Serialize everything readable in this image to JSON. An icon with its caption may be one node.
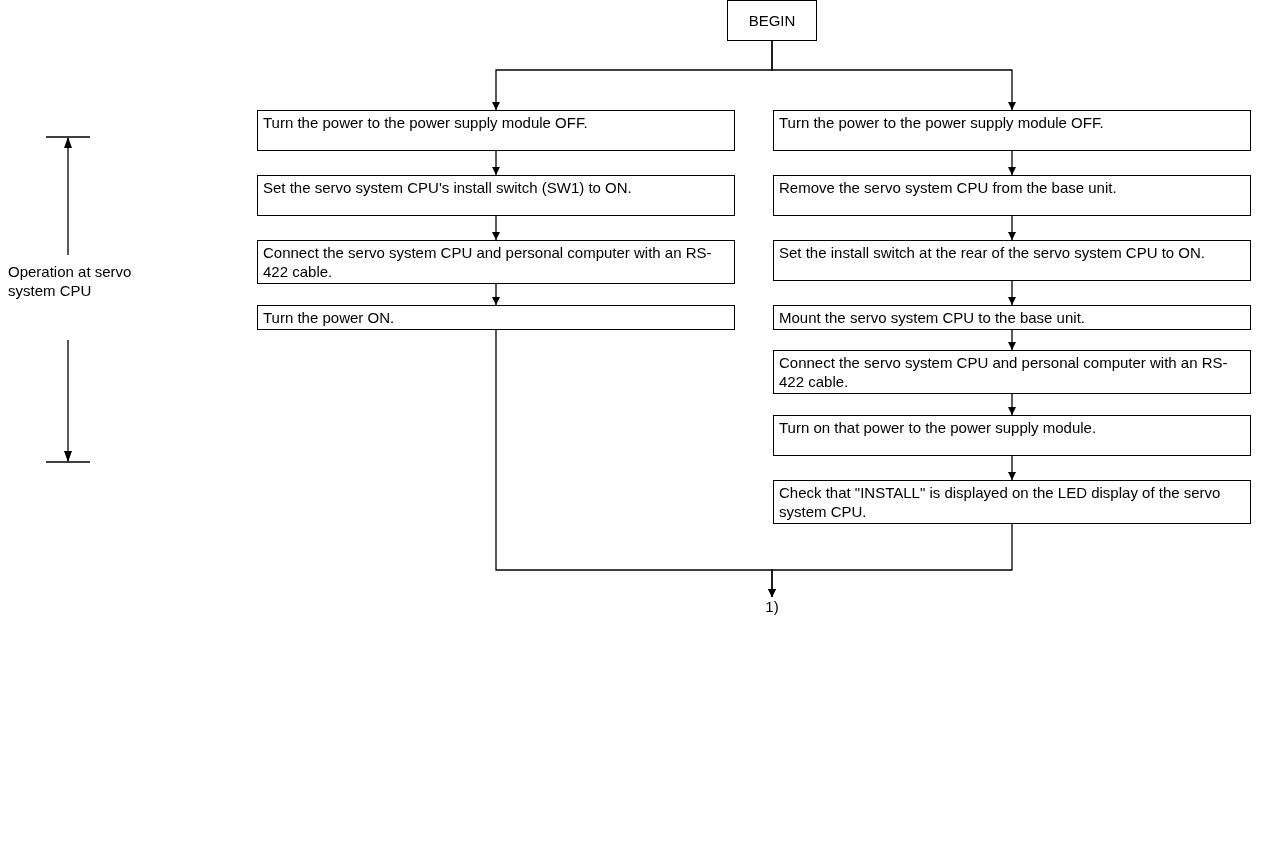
{
  "diagram": {
    "nodes": [
      {
        "text": [
          "BEGIN"
        ]
      },
      {
        "text": [
          "Turn the power to the power supply module OFF."
        ]
      },
      {
        "text": [
          "Set the servo system CPU's install switch (SW1) to ON."
        ]
      },
      {
        "text": [
          "Connect the servo system CPU and personal computer with an RS-422 cable."
        ]
      },
      {
        "text": [
          "Turn the power ON."
        ]
      },
      {
        "text": [
          "Turn the power to the power supply module OFF."
        ]
      },
      {
        "text": [
          "Remove the servo system CPU from the base unit."
        ]
      },
      {
        "text": [
          "Set the install switch at the rear of the servo system CPU to ON."
        ]
      },
      {
        "text": [
          "Mount the servo system CPU to the base unit."
        ]
      },
      {
        "text": [
          "Connect the servo system CPU and personal computer with an RS-422 cable."
        ]
      },
      {
        "text": [
          "Turn on that power to the power supply module."
        ]
      },
      {
        "text": [
          "Check that \"INSTALL\" is displayed on the LED display of the servo system CPU."
        ]
      },
      {
        "text": [
          "1)"
        ]
      }
    ],
    "edges": [
      {
        "from": 0,
        "to": 1,
        "arrow": "to"
      },
      {
        "from": 0,
        "to": 5,
        "arrow": "to"
      },
      {
        "from": 1,
        "to": 2,
        "arrow": "to"
      },
      {
        "from": 2,
        "to": 3,
        "arrow": "to"
      },
      {
        "from": 3,
        "to": 4,
        "arrow": "to"
      },
      {
        "from": 5,
        "to": 6,
        "arrow": "to"
      },
      {
        "from": 6,
        "to": 7,
        "arrow": "to"
      },
      {
        "from": 7,
        "to": 8,
        "arrow": "to"
      },
      {
        "from": 8,
        "to": 9,
        "arrow": "to"
      },
      {
        "from": 9,
        "to": 10,
        "arrow": "to"
      },
      {
        "from": 10,
        "to": 11,
        "arrow": "to"
      },
      {
        "from": 4,
        "to": 12,
        "arrow": "to"
      },
      {
        "from": 11,
        "to": 12,
        "arrow": "to"
      }
    ],
    "labels": [
      "Operation at servo system CPU"
    ]
  }
}
